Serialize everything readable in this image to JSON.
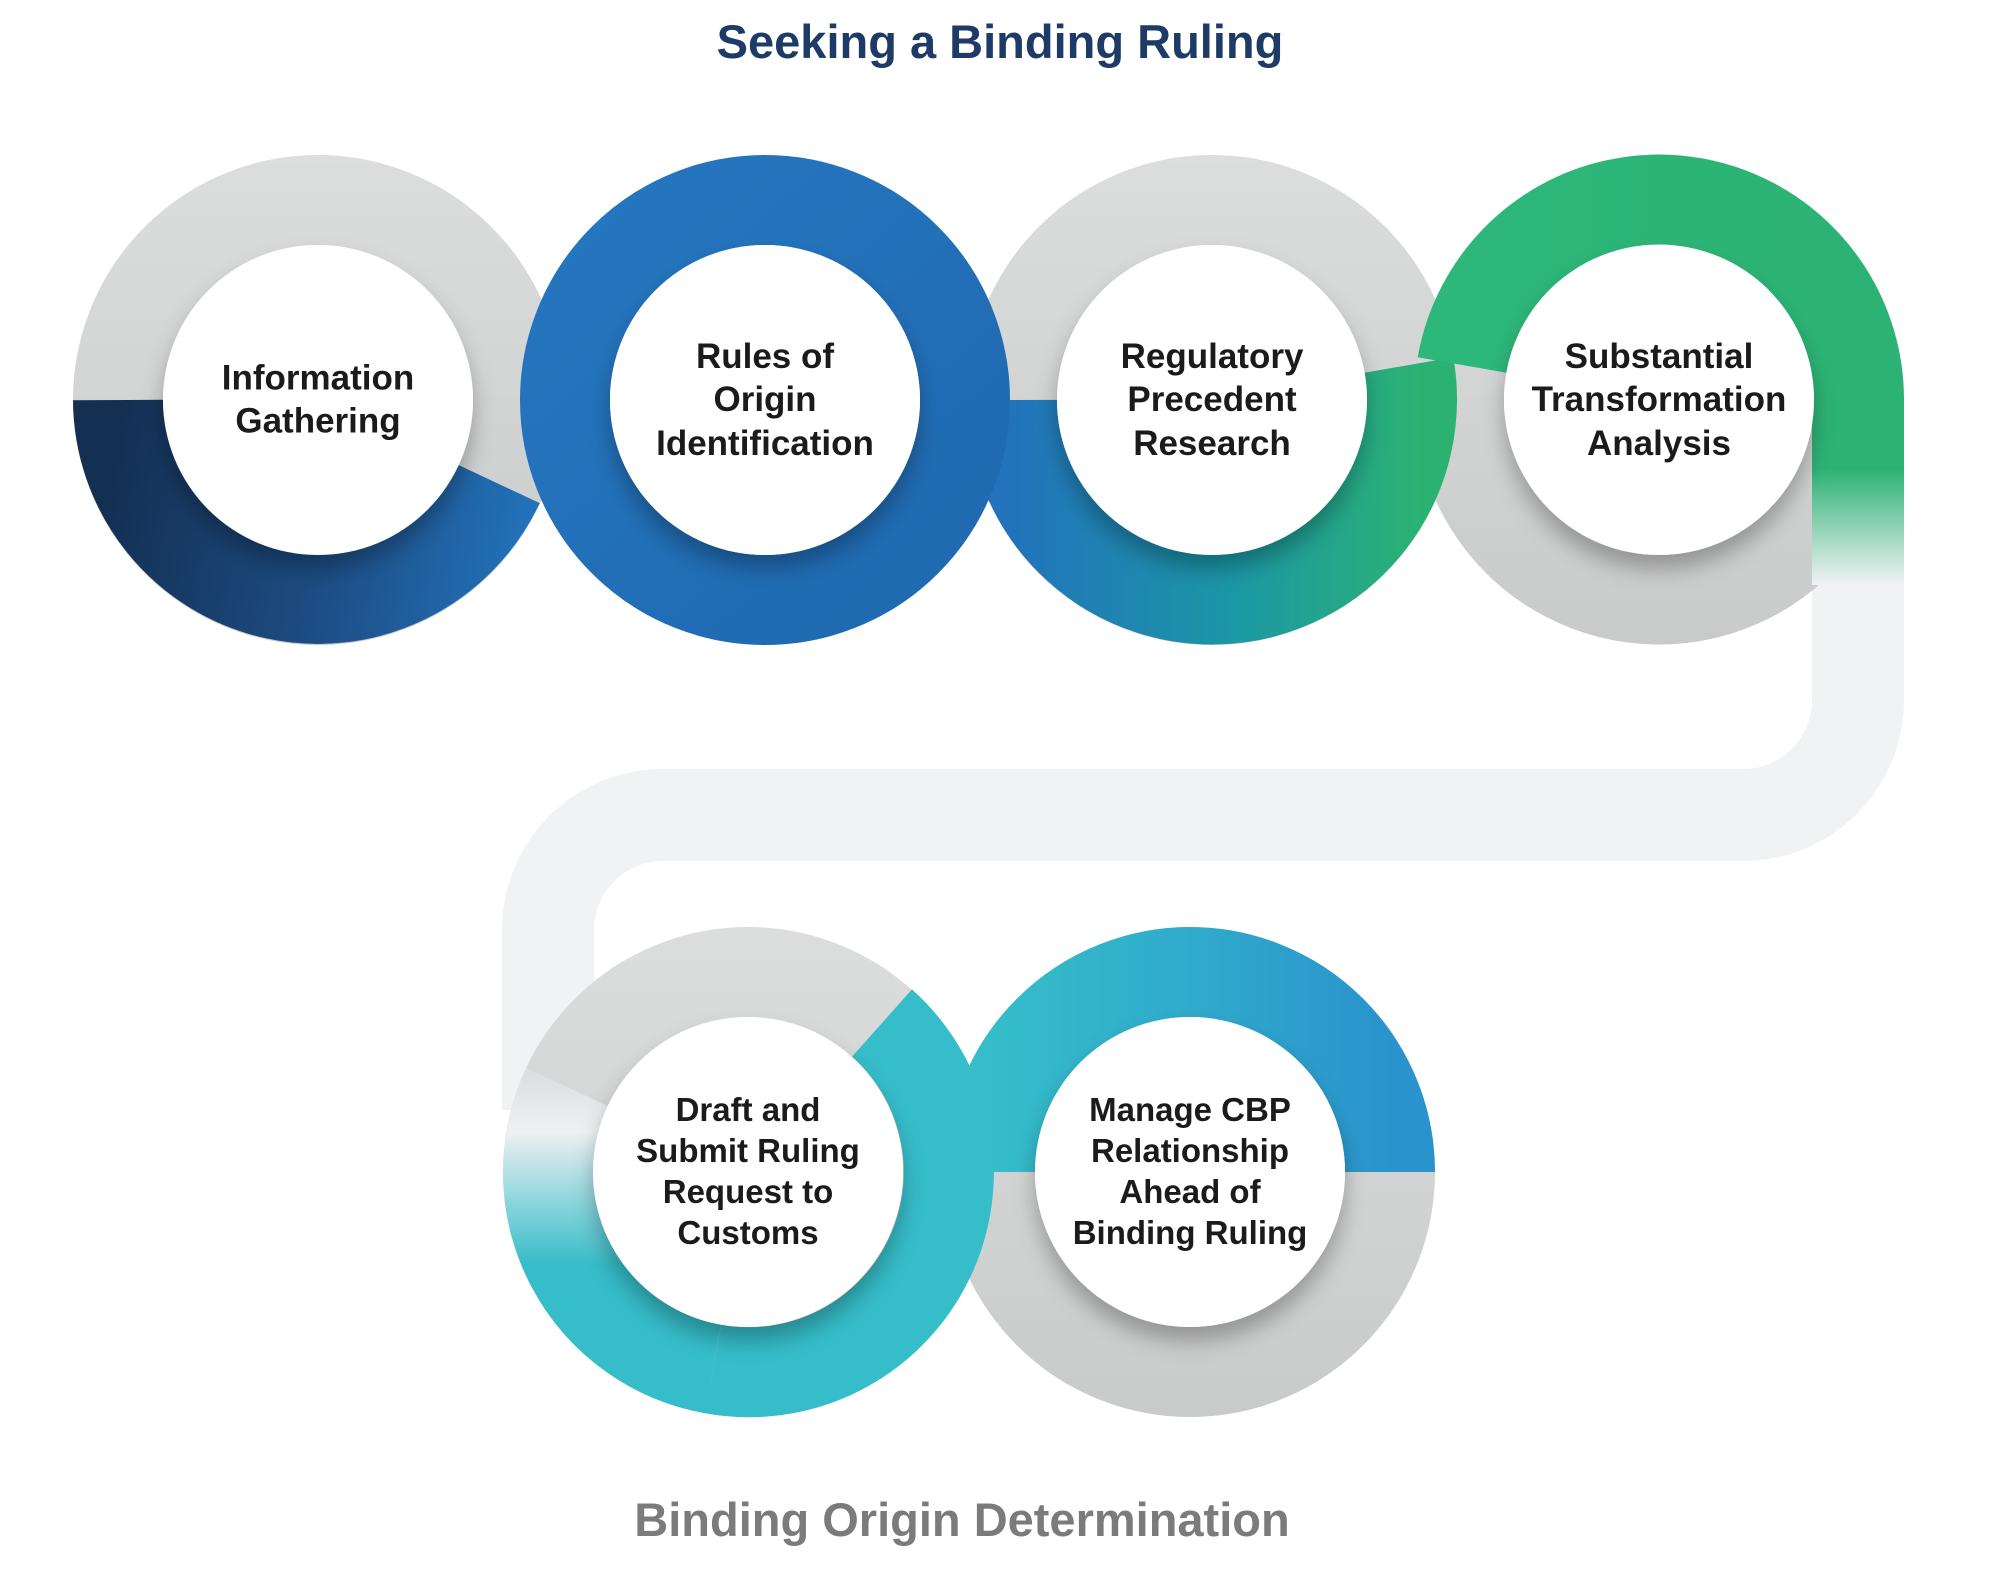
{
  "title": "Seeking a Binding Ruling",
  "caption": "Binding Origin Determination",
  "steps": [
    {
      "label": "Information\nGathering"
    },
    {
      "label": "Rules of\nOrigin\nIdentification"
    },
    {
      "label": "Regulatory\nPrecedent\nResearch"
    },
    {
      "label": "Substantial\nTransformation\nAnalysis"
    },
    {
      "label": "Draft and\nSubmit Ruling\nRequest to\nCustoms"
    },
    {
      "label": "Manage CBP\nRelationship\nAhead of\nBinding Ruling"
    }
  ],
  "colors": {
    "title_text": "#1e3a66",
    "caption_text": "#7b7b7b",
    "label_text": "#1b1b1b",
    "ring_gray": "#d6d7d8",
    "connector_gray": "#f1f2f4",
    "navy": "#16365f",
    "blue": "#2273bb",
    "green": "#2cb274",
    "teal": "#35bdc9",
    "sky_blue": "#2a93cd"
  }
}
